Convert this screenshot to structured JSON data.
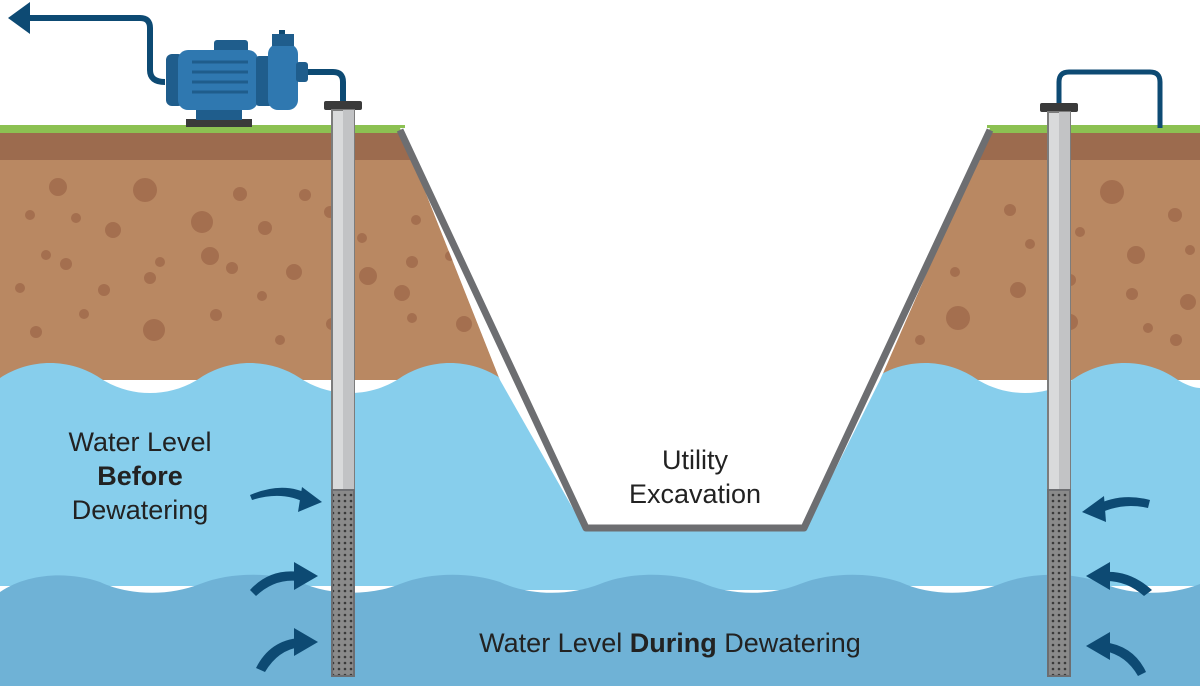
{
  "labels": {
    "before": {
      "line1": "Water Level",
      "line2": "Before",
      "line3": "Dewatering"
    },
    "excavation": {
      "line1": "Utility",
      "line2": "Excavation"
    },
    "during": {
      "pre": "Water Level ",
      "bold": "During",
      "post": " Dewatering"
    }
  },
  "colors": {
    "grass": "#8cc152",
    "soil_top": "#9c6b4e",
    "soil": "#b98862",
    "soil_spots": "#a46f4f",
    "water_upper": "#87ceec",
    "water_lower": "#6fb2d6",
    "trench_edge": "#6d6e71",
    "pipe": "#0d4a73",
    "pump": "#2f78b0",
    "pump_dark": "#1f5d8c",
    "arrow": "#0d4a73",
    "well_casing": "#d9dadb",
    "well_screen": "#8a8a8a"
  },
  "icons": {
    "pump": "pump-icon",
    "discharge_arrow": "arrow-left-icon",
    "flow_arrows": "curved-arrow-icon"
  }
}
